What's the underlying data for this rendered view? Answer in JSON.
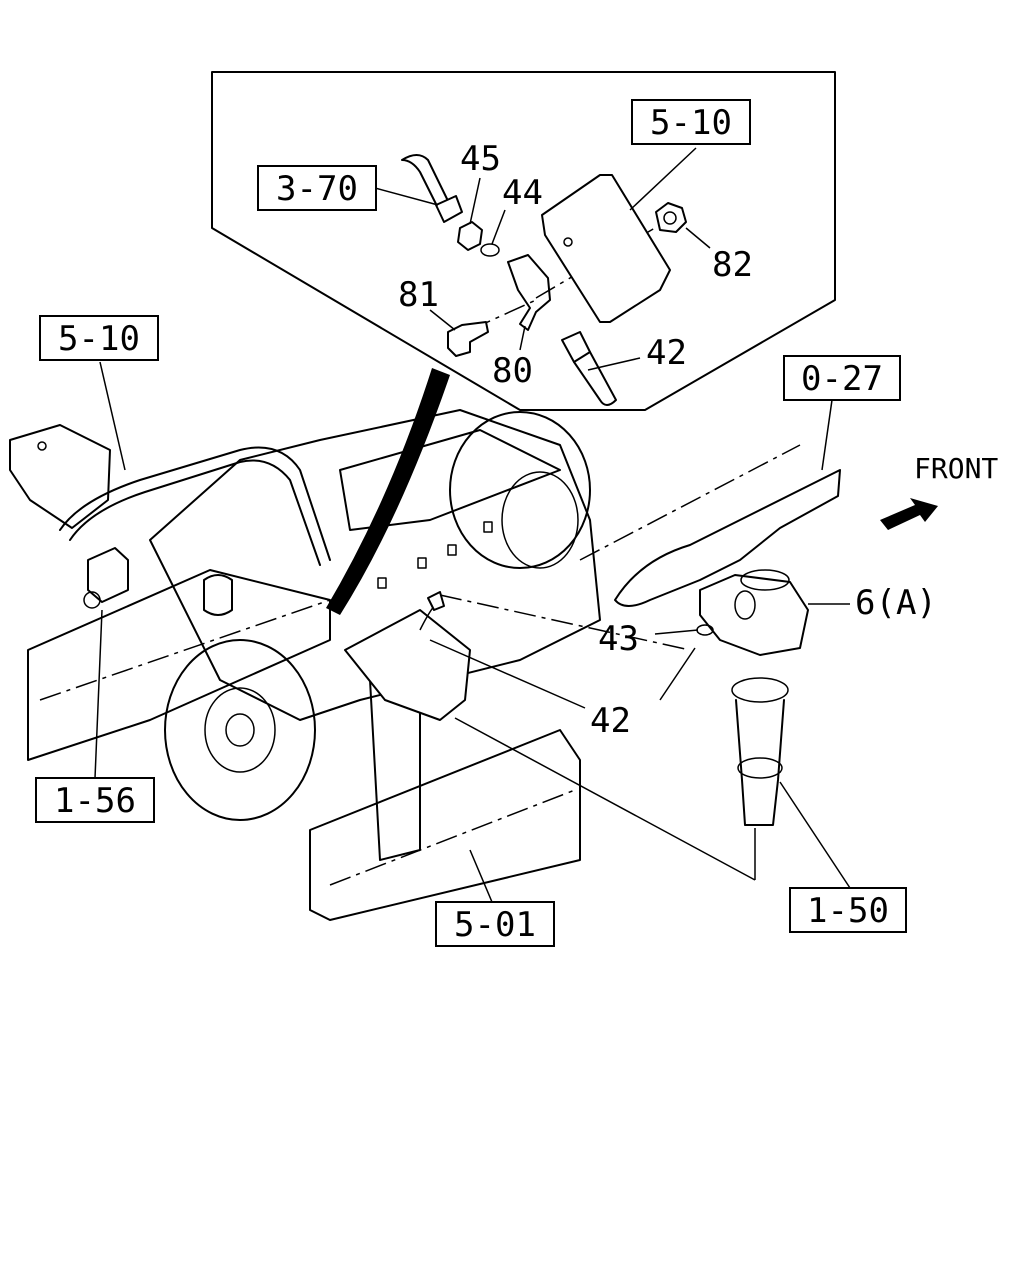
{
  "diagram": {
    "front_label": "FRONT",
    "refs": {
      "r_3_70": "3-70",
      "r_5_10_top": "5-10",
      "r_5_10_left": "5-10",
      "r_0_27": "0-27",
      "r_1_56": "1-56",
      "r_5_01": "5-01",
      "r_1_50": "1-50"
    },
    "parts": {
      "p45": "45",
      "p44": "44",
      "p82": "82",
      "p81": "81",
      "p80": "80",
      "p42_top": "42",
      "p42_mid": "42",
      "p43": "43",
      "p6a": "6(A)"
    }
  }
}
